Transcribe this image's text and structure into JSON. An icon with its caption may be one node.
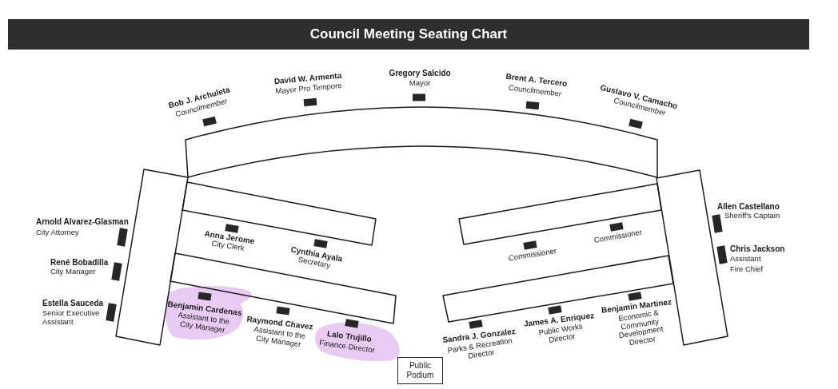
{
  "diagram": {
    "title": "Council Meeting Seating Chart",
    "nodes": [
      {
        "text": [
          "Public Podium"
        ]
      }
    ],
    "labels": [
      "Bob J. Archuleta",
      "Councilmember",
      "David W. Armenta",
      "Mayor Pro Tempore",
      "Gregory Salcido",
      "Mayor",
      "Brent A. Tercero",
      "Councilmember",
      "Gustavo V. Camacho",
      "Councilmember",
      "Arnold Alvarez-Glasman",
      "City Attorney",
      "René Bobadilla",
      "City Manager",
      "Estella Sauceda",
      "Senior Executive Assistant",
      "Anna Jerome",
      "City Clerk",
      "Cynthia Ayala",
      "Secretary",
      "Benjamin Cardenas",
      "Assistant to the City Manager",
      "Raymond Chavez",
      "Assistant to the City Manager",
      "Lalo Trujillo",
      "Finance Director",
      "Commissioner",
      "Commissioner",
      "Sandra J. Gonzalez",
      "Parks & Recreation Director",
      "James A. Enriquez",
      "Public Works Director",
      "Benjamin Martinez",
      "Economic & Community Development Director",
      "Allen Castellano",
      "Sheriff's Captain",
      "Chris Jackson",
      "Assistant Fire Chief"
    ]
  }
}
